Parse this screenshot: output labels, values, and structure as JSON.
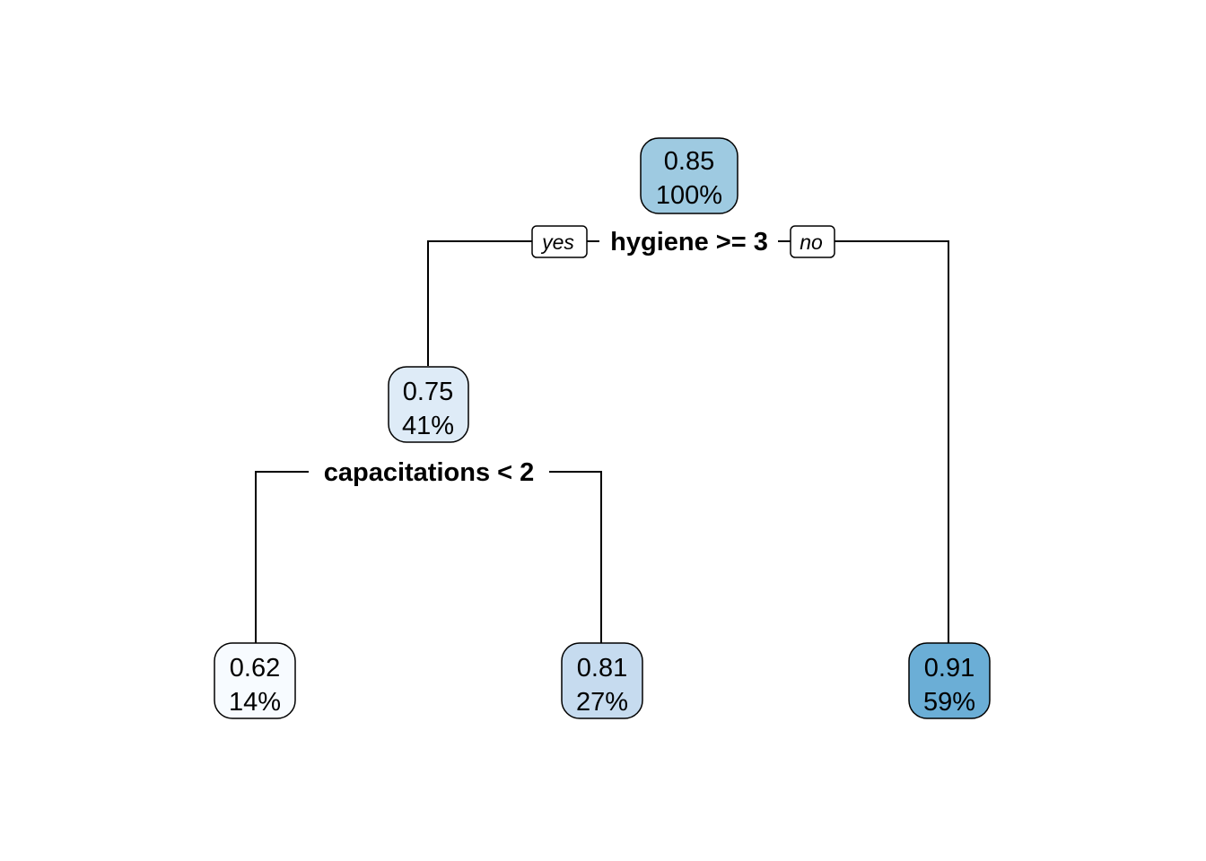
{
  "tree": {
    "colors": {
      "root": "#9ECAE1",
      "n_yes": "#DEEBF7",
      "n_yes_left": "#F7FBFF",
      "n_yes_right": "#C6DBEF",
      "n_no": "#6BAED6"
    },
    "nodes": [
      {
        "id": "root",
        "value": "0.85",
        "percent": "100%"
      },
      {
        "id": "n_yes",
        "value": "0.75",
        "percent": "41%"
      },
      {
        "id": "n_yes_left",
        "value": "0.62",
        "percent": "14%"
      },
      {
        "id": "n_yes_right",
        "value": "0.81",
        "percent": "27%"
      },
      {
        "id": "n_no",
        "value": "0.91",
        "percent": "59%"
      }
    ],
    "splits": [
      {
        "id": "root",
        "label": "hygiene >= 3",
        "yes_label": "yes",
        "no_label": "no"
      },
      {
        "id": "n_yes",
        "label": "capacitations < 2"
      }
    ]
  }
}
